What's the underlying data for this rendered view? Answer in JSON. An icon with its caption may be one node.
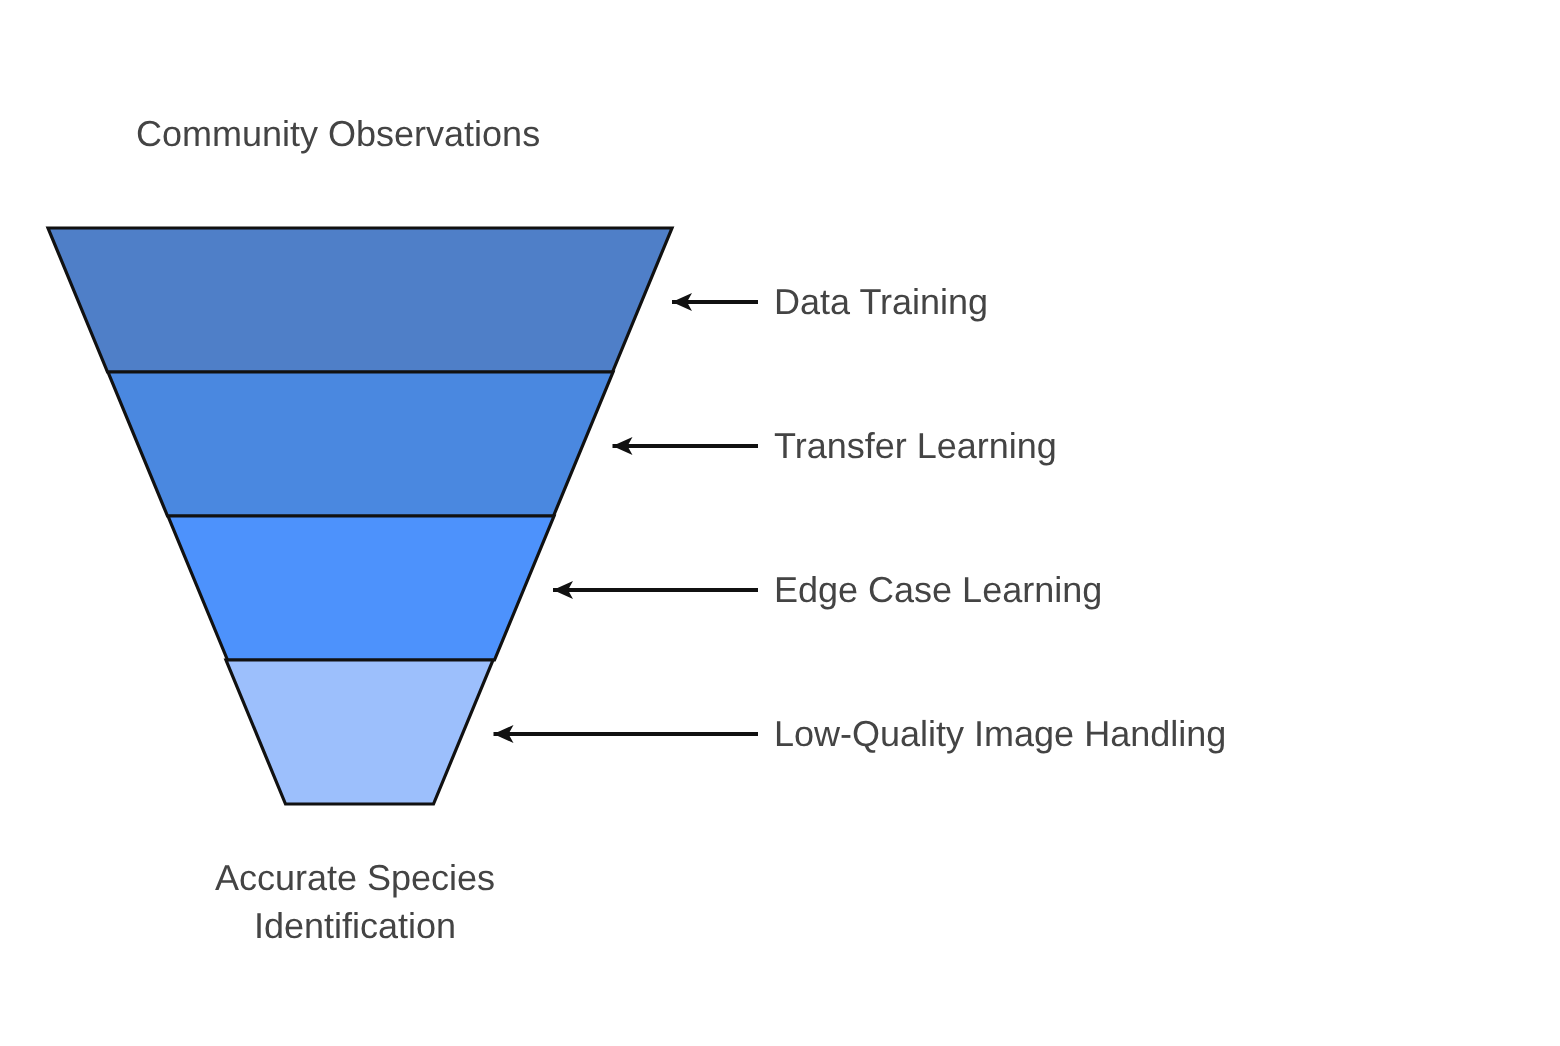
{
  "diagram": {
    "nodes": [
      {
        "text": [],
        "shape": "trapezoid"
      },
      {
        "text": [
          "Data Training"
        ]
      },
      {
        "text": [],
        "shape": "trapezoid"
      },
      {
        "text": [
          "Transfer Learning"
        ]
      },
      {
        "text": [],
        "shape": "trapezoid"
      },
      {
        "text": [
          "Edge Case Learning"
        ]
      },
      {
        "text": [],
        "shape": "trapezoid"
      },
      {
        "text": [
          "Low-Quality Image Handling"
        ]
      }
    ],
    "edges": [
      {
        "from": 1,
        "to": 0,
        "arrow": "to"
      },
      {
        "from": 3,
        "to": 2,
        "arrow": "to"
      },
      {
        "from": 5,
        "to": 4,
        "arrow": "to"
      },
      {
        "from": 7,
        "to": 6,
        "arrow": "to"
      }
    ],
    "labels": [
      "Community Observations",
      "Accurate Species Identification"
    ]
  }
}
